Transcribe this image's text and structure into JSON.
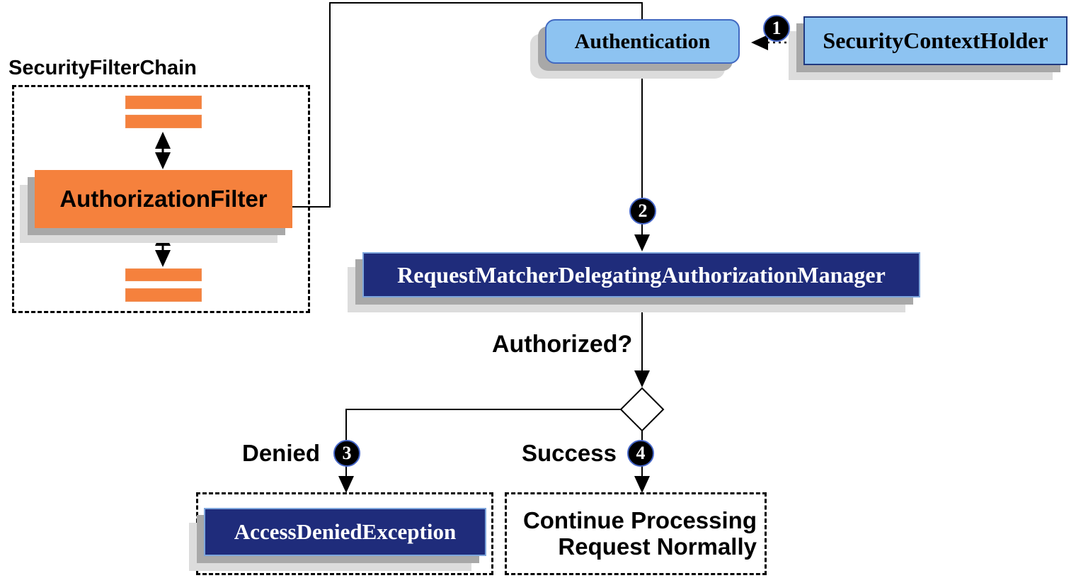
{
  "colors": {
    "orange": "#f5813d",
    "light-blue": "#8dc3f1",
    "navy": "#1f2c7b",
    "navy-border": "#7ea6dc",
    "auth-border": "#4169c1",
    "sch-border": "#203980",
    "shadow-dark": "#a8a8a8",
    "shadow-light": "#dcdcdc",
    "line": "#000000"
  },
  "filter_chain": {
    "title": "SecurityFilterChain",
    "filter": "AuthorizationFilter"
  },
  "nodes": {
    "authentication": "Authentication",
    "security_context_holder": "SecurityContextHolder",
    "authorization_manager": "RequestMatcherDelegatingAuthorizationManager",
    "access_denied": "AccessDeniedException",
    "continue_line1": "Continue Processing",
    "continue_line2": "Request Normally"
  },
  "labels": {
    "authorized": "Authorized?",
    "denied": "Denied",
    "success": "Success"
  },
  "badges": {
    "step1": "1",
    "step2": "2",
    "step3": "3",
    "step4": "4"
  }
}
